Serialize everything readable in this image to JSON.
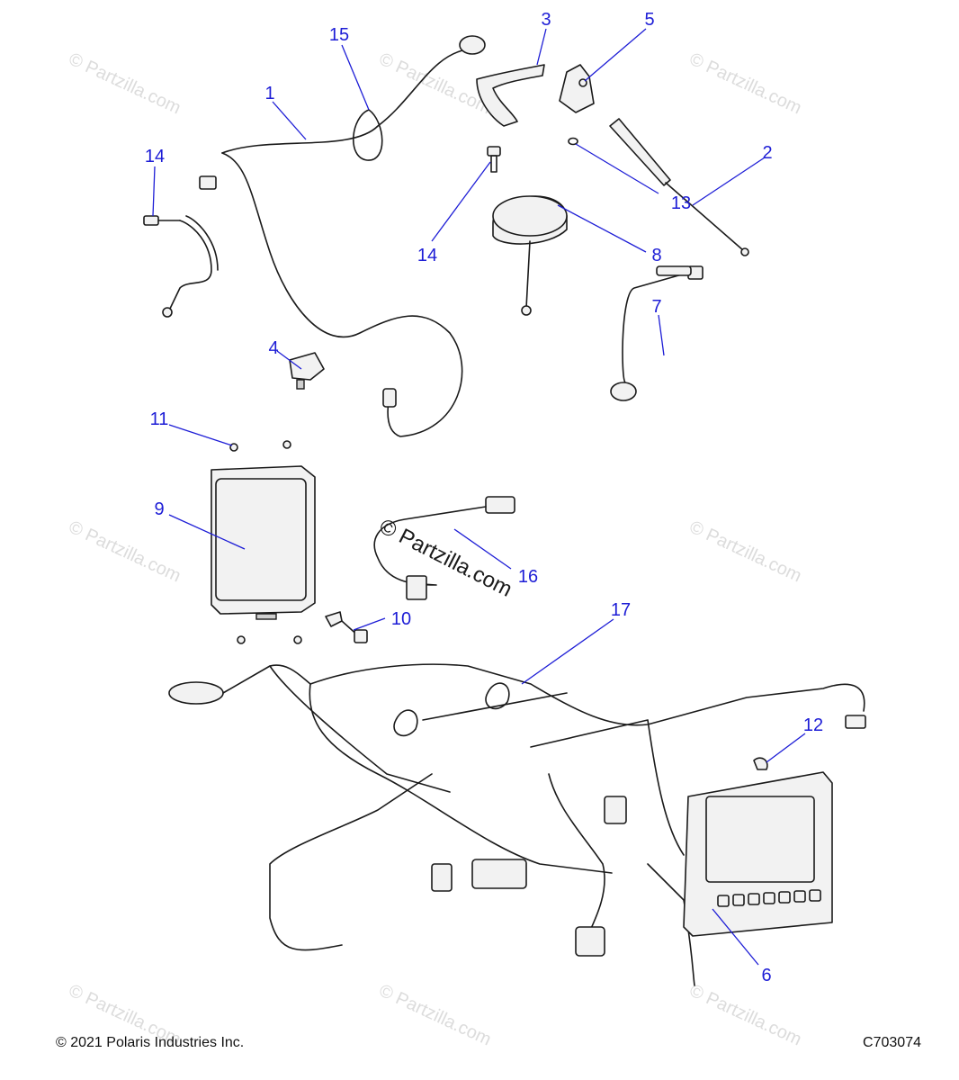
{
  "watermark": {
    "text": "© Partzilla.com"
  },
  "callouts": [
    {
      "id": "c15",
      "label": "15"
    },
    {
      "id": "c1",
      "label": "1"
    },
    {
      "id": "c3",
      "label": "3"
    },
    {
      "id": "c5",
      "label": "5"
    },
    {
      "id": "c14a",
      "label": "14"
    },
    {
      "id": "c2",
      "label": "2"
    },
    {
      "id": "c13",
      "label": "13"
    },
    {
      "id": "c14b",
      "label": "14"
    },
    {
      "id": "c8",
      "label": "8"
    },
    {
      "id": "c7",
      "label": "7"
    },
    {
      "id": "c4",
      "label": "4"
    },
    {
      "id": "c11",
      "label": "11"
    },
    {
      "id": "c9",
      "label": "9"
    },
    {
      "id": "c16",
      "label": "16"
    },
    {
      "id": "c10",
      "label": "10"
    },
    {
      "id": "c17",
      "label": "17"
    },
    {
      "id": "c12",
      "label": "12"
    },
    {
      "id": "c6",
      "label": "6"
    }
  ],
  "footer": {
    "copyright": "© 2021 Polaris Industries Inc.",
    "drawing_number": "C703074"
  }
}
